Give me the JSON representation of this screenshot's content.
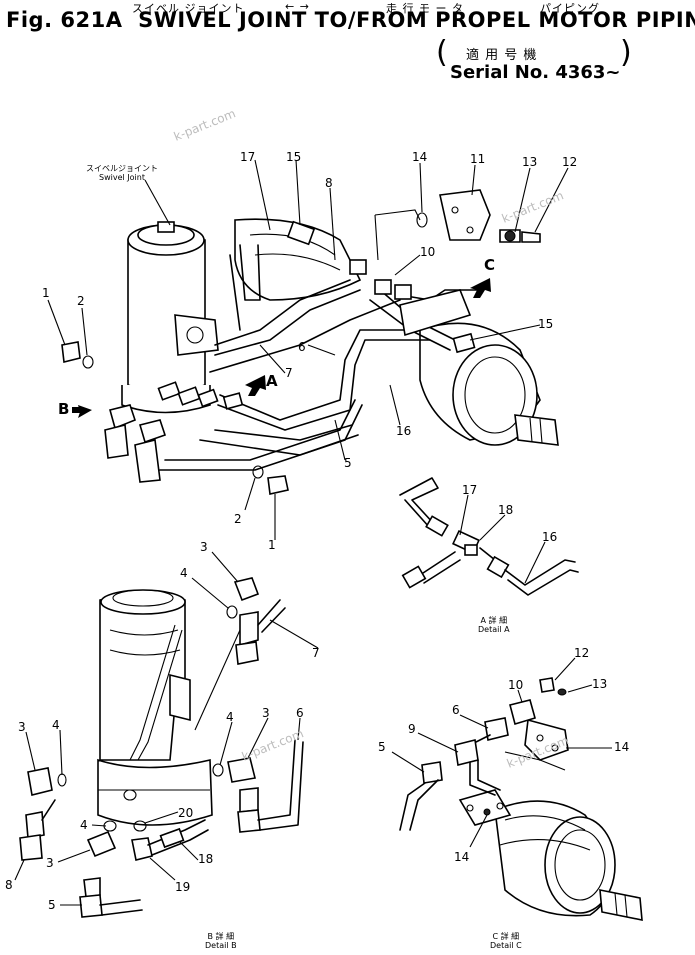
{
  "header": {
    "fig": "Fig. 621A",
    "title": "SWIVEL JOINT TO/FROM PROPEL MOTOR PIPING",
    "kana_swivel": "スイベル ジョイント",
    "kana_arrows": "← →",
    "kana_propel": "走 行 モ ー タ",
    "kana_piping": "パイピング",
    "applicable_jp": "適 用 号 機",
    "serial": "Serial No. 4363~"
  },
  "labels": {
    "swivel_jp": "スイベルジョイント",
    "swivel_en": "Swivel Joint",
    "arrow_a": "A",
    "arrow_b": "B",
    "arrow_c": "C",
    "detail_a_jp": "A 詳 細",
    "detail_a_en": "Detail A",
    "detail_b_jp": "B 詳 細",
    "detail_b_en": "Detail B",
    "detail_c_jp": "C 詳 細",
    "detail_c_en": "Detail C"
  },
  "watermarks": [
    "k-part.com",
    "k-part.com",
    "k-part.com",
    "k-part.com"
  ],
  "callouts": [
    "1",
    "2",
    "17",
    "15",
    "8",
    "14",
    "11",
    "13",
    "12",
    "10",
    "15",
    "7",
    "6",
    "16",
    "5",
    "2",
    "1",
    "17",
    "18",
    "16",
    "3",
    "4",
    "7",
    "3",
    "4",
    "4",
    "3",
    "6",
    "4",
    "20",
    "3",
    "18",
    "8",
    "5",
    "19",
    "12",
    "13",
    "10",
    "6",
    "9",
    "14",
    "5",
    "14"
  ]
}
